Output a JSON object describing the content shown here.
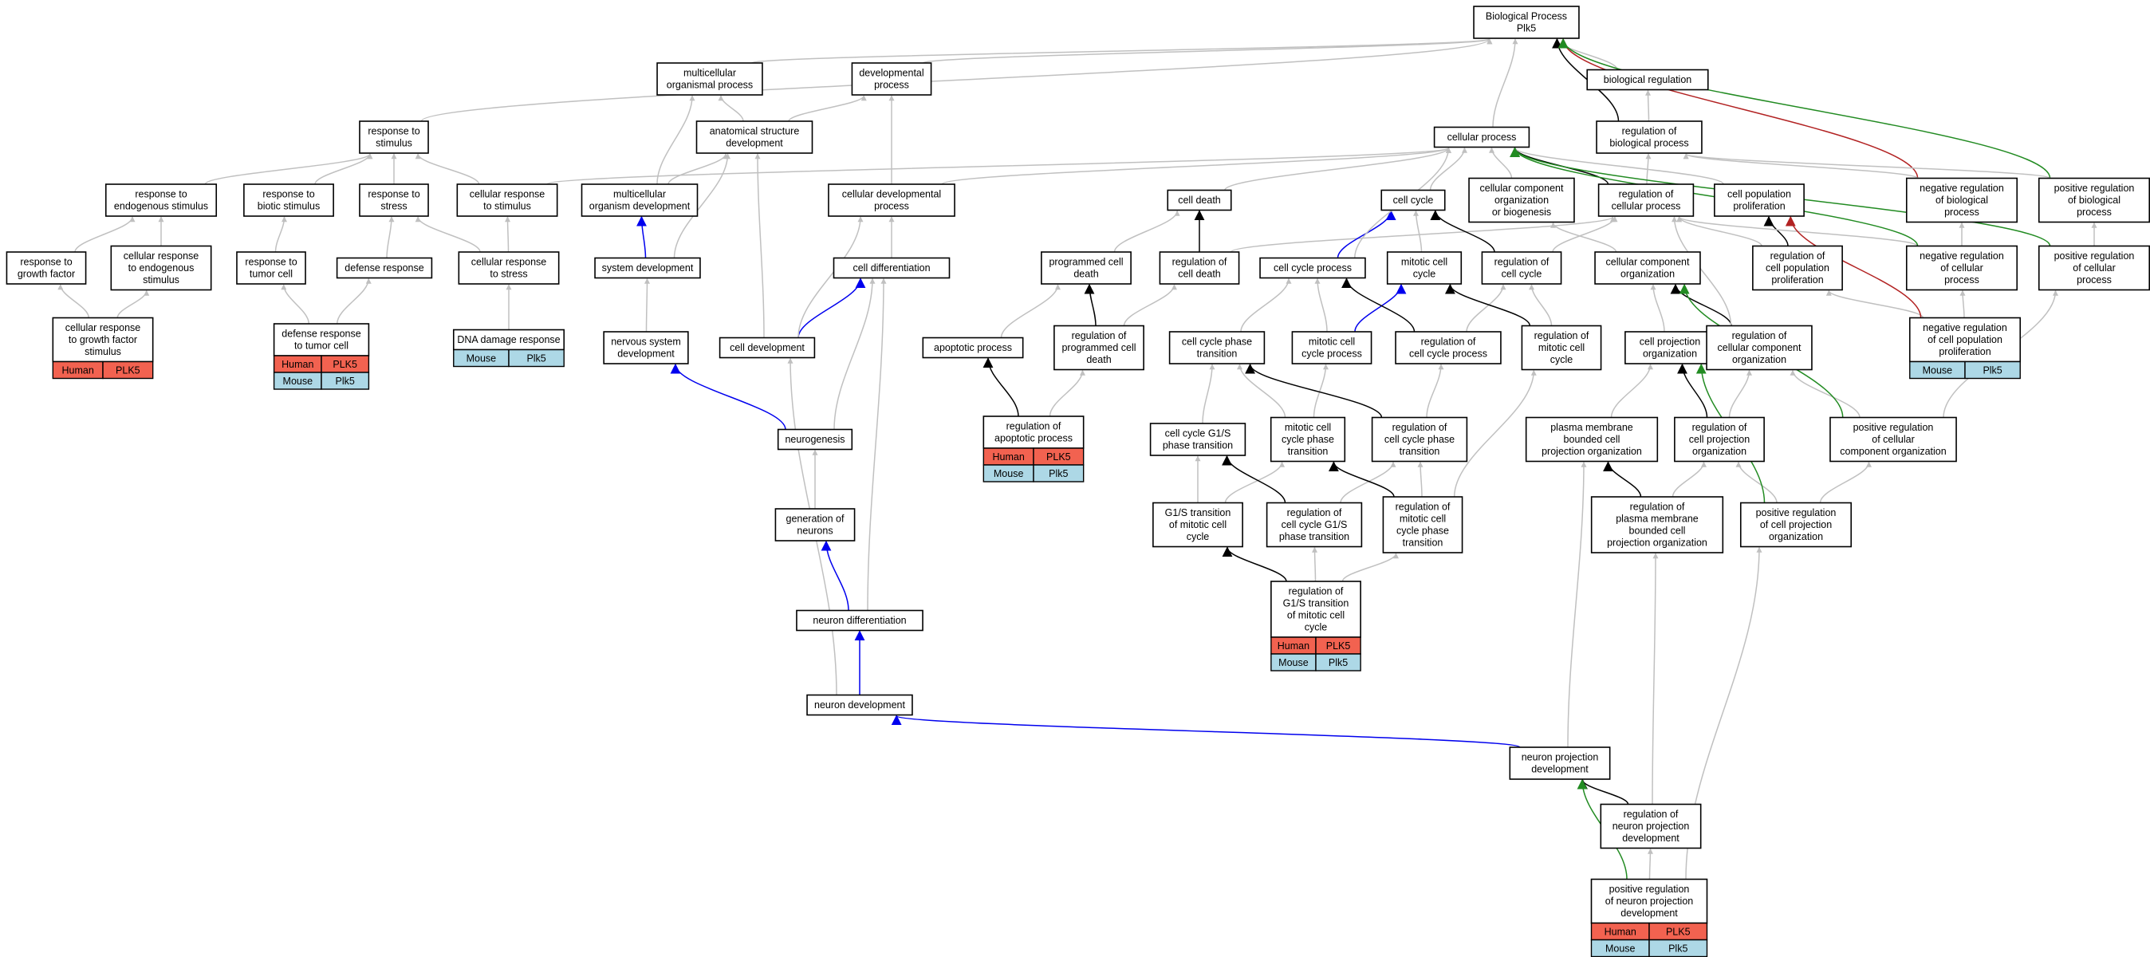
{
  "colors": {
    "grey": "#c0c0c0",
    "black": "#000000",
    "blue": "#0000ee",
    "green": "#228b22",
    "red": "#b22222",
    "human": "#f26250",
    "mouse": "#add8e6"
  },
  "nodes": [
    {
      "id": "bp",
      "lines": [
        "Biological Process",
        "Plk5"
      ]
    },
    {
      "id": "multi",
      "lines": [
        "multicellular",
        "organismal process"
      ]
    },
    {
      "id": "devproc",
      "lines": [
        "developmental",
        "process"
      ]
    },
    {
      "id": "bioreg",
      "lines": [
        "biological regulation"
      ]
    },
    {
      "id": "resp",
      "lines": [
        "response to",
        "stimulus"
      ]
    },
    {
      "id": "anat",
      "lines": [
        "anatomical structure",
        "development"
      ]
    },
    {
      "id": "cellproc",
      "lines": [
        "cellular process"
      ]
    },
    {
      "id": "regbio",
      "lines": [
        "regulation of",
        "biological process"
      ]
    },
    {
      "id": "respendo",
      "lines": [
        "response to",
        "endogenous stimulus"
      ]
    },
    {
      "id": "respbiotic",
      "lines": [
        "response to",
        "biotic stimulus"
      ]
    },
    {
      "id": "respstress",
      "lines": [
        "response to",
        "stress"
      ]
    },
    {
      "id": "cellrespstim",
      "lines": [
        "cellular response",
        "to stimulus"
      ]
    },
    {
      "id": "multidev",
      "lines": [
        "multicellular",
        "organism development"
      ]
    },
    {
      "id": "celldevproc",
      "lines": [
        "cellular developmental",
        "process"
      ]
    },
    {
      "id": "celldeath",
      "lines": [
        "cell death"
      ]
    },
    {
      "id": "cellcycle",
      "lines": [
        "cell cycle"
      ]
    },
    {
      "id": "cco",
      "lines": [
        "cellular component",
        "organization",
        "or biogenesis"
      ]
    },
    {
      "id": "regcell",
      "lines": [
        "regulation of",
        "cellular process"
      ]
    },
    {
      "id": "cellpop",
      "lines": [
        "cell population",
        "proliferation"
      ]
    },
    {
      "id": "negbio",
      "lines": [
        "negative regulation",
        "of biological",
        "process"
      ]
    },
    {
      "id": "posbio",
      "lines": [
        "positive regulation",
        "of biological",
        "process"
      ]
    },
    {
      "id": "respgf",
      "lines": [
        "response to",
        "growth factor"
      ]
    },
    {
      "id": "cellrespendo",
      "lines": [
        "cellular response",
        "to endogenous",
        "stimulus"
      ]
    },
    {
      "id": "resptumor",
      "lines": [
        "response to",
        "tumor cell"
      ]
    },
    {
      "id": "defense",
      "lines": [
        "defense response"
      ]
    },
    {
      "id": "cellrespstress",
      "lines": [
        "cellular response",
        "to stress"
      ]
    },
    {
      "id": "sysdev",
      "lines": [
        "system development"
      ]
    },
    {
      "id": "celldiff",
      "lines": [
        "cell differentiation"
      ]
    },
    {
      "id": "progdeath",
      "lines": [
        "programmed cell",
        "death"
      ]
    },
    {
      "id": "regdeath",
      "lines": [
        "regulation of",
        "cell death"
      ]
    },
    {
      "id": "cellcycproc",
      "lines": [
        "cell cycle process"
      ]
    },
    {
      "id": "mitcycle",
      "lines": [
        "mitotic cell",
        "cycle"
      ]
    },
    {
      "id": "regcycle",
      "lines": [
        "regulation of",
        "cell cycle"
      ]
    },
    {
      "id": "ccorg",
      "lines": [
        "cellular component",
        "organization"
      ]
    },
    {
      "id": "regpop",
      "lines": [
        "regulation of",
        "cell population",
        "proliferation"
      ]
    },
    {
      "id": "negcell",
      "lines": [
        "negative regulation",
        "of cellular",
        "process"
      ]
    },
    {
      "id": "poscell",
      "lines": [
        "positive regulation",
        "of cellular",
        "process"
      ]
    },
    {
      "id": "cellrespgf",
      "lines": [
        "cellular response",
        "to growth factor",
        "stimulus"
      ]
    },
    {
      "id": "deftumor",
      "lines": [
        "defense response",
        "to tumor cell"
      ]
    },
    {
      "id": "dnadamage",
      "lines": [
        "DNA damage response"
      ]
    },
    {
      "id": "nervous",
      "lines": [
        "nervous system",
        "development"
      ]
    },
    {
      "id": "celldev",
      "lines": [
        "cell development"
      ]
    },
    {
      "id": "apoptotic",
      "lines": [
        "apoptotic process"
      ]
    },
    {
      "id": "regprog",
      "lines": [
        "regulation of",
        "programmed cell",
        "death"
      ]
    },
    {
      "id": "phasetrans",
      "lines": [
        "cell cycle phase",
        "transition"
      ]
    },
    {
      "id": "mitproc",
      "lines": [
        "mitotic cell",
        "cycle process"
      ]
    },
    {
      "id": "regcycproc",
      "lines": [
        "regulation of",
        "cell cycle process"
      ]
    },
    {
      "id": "regmit",
      "lines": [
        "regulation of",
        "mitotic cell",
        "cycle"
      ]
    },
    {
      "id": "projorg",
      "lines": [
        "cell projection",
        "organization"
      ]
    },
    {
      "id": "regcco",
      "lines": [
        "regulation of",
        "cellular component",
        "organization"
      ]
    },
    {
      "id": "negpop",
      "lines": [
        "negative regulation",
        "of cell population",
        "proliferation"
      ]
    },
    {
      "id": "neurogen",
      "lines": [
        "neurogenesis"
      ]
    },
    {
      "id": "regapop",
      "lines": [
        "regulation of",
        "apoptotic process"
      ]
    },
    {
      "id": "g1s",
      "lines": [
        "cell cycle G1/S",
        "phase transition"
      ]
    },
    {
      "id": "mitphase",
      "lines": [
        "mitotic cell",
        "cycle phase",
        "transition"
      ]
    },
    {
      "id": "regphase",
      "lines": [
        "regulation of",
        "cell cycle phase",
        "transition"
      ]
    },
    {
      "id": "pmbound",
      "lines": [
        "plasma membrane",
        "bounded cell",
        "projection organization"
      ]
    },
    {
      "id": "regproj",
      "lines": [
        "regulation of",
        "cell projection",
        "organization"
      ]
    },
    {
      "id": "poscco",
      "lines": [
        "positive regulation",
        "of cellular",
        "component organization"
      ]
    },
    {
      "id": "genneur",
      "lines": [
        "generation of",
        "neurons"
      ]
    },
    {
      "id": "g1smit",
      "lines": [
        "G1/S transition",
        "of mitotic cell",
        "cycle"
      ]
    },
    {
      "id": "regg1s",
      "lines": [
        "regulation of",
        "cell cycle G1/S",
        "phase transition"
      ]
    },
    {
      "id": "regmitphase",
      "lines": [
        "regulation of",
        "mitotic cell",
        "cycle phase",
        "transition"
      ]
    },
    {
      "id": "regpm",
      "lines": [
        "regulation of",
        "plasma membrane",
        "bounded cell",
        "projection organization"
      ]
    },
    {
      "id": "posproj",
      "lines": [
        "positive regulation",
        "of cell projection",
        "organization"
      ]
    },
    {
      "id": "neurdiff",
      "lines": [
        "neuron differentiation"
      ]
    },
    {
      "id": "regg1smit",
      "lines": [
        "regulation of",
        "G1/S transition",
        "of mitotic cell",
        "cycle"
      ]
    },
    {
      "id": "neurdev",
      "lines": [
        "neuron development"
      ]
    },
    {
      "id": "neurproj",
      "lines": [
        "neuron projection",
        "development"
      ]
    },
    {
      "id": "regneurproj",
      "lines": [
        "regulation of",
        "neuron projection",
        "development"
      ]
    },
    {
      "id": "posneurproj",
      "lines": [
        "positive regulation",
        "of neuron projection",
        "development"
      ]
    }
  ],
  "annotations": [
    {
      "node": "cellrespgf",
      "rows": [
        {
          "species": "Human",
          "gene": "PLK5"
        }
      ]
    },
    {
      "node": "deftumor",
      "rows": [
        {
          "species": "Human",
          "gene": "PLK5"
        },
        {
          "species": "Mouse",
          "gene": "Plk5"
        }
      ]
    },
    {
      "node": "dnadamage",
      "rows": [
        {
          "species": "Mouse",
          "gene": "Plk5"
        }
      ]
    },
    {
      "node": "negpop",
      "rows": [
        {
          "species": "Mouse",
          "gene": "Plk5"
        }
      ]
    },
    {
      "node": "regapop",
      "rows": [
        {
          "species": "Human",
          "gene": "PLK5"
        },
        {
          "species": "Mouse",
          "gene": "Plk5"
        }
      ]
    },
    {
      "node": "regg1smit",
      "rows": [
        {
          "species": "Human",
          "gene": "PLK5"
        },
        {
          "species": "Mouse",
          "gene": "Plk5"
        }
      ]
    },
    {
      "node": "posneurproj",
      "rows": [
        {
          "species": "Human",
          "gene": "PLK5"
        },
        {
          "species": "Mouse",
          "gene": "Plk5"
        }
      ]
    }
  ],
  "edges": [
    {
      "from": "multi",
      "to": "bp",
      "kind": "grey"
    },
    {
      "from": "devproc",
      "to": "bp",
      "kind": "grey"
    },
    {
      "from": "bioreg",
      "to": "bp",
      "kind": "grey"
    },
    {
      "from": "resp",
      "to": "bp",
      "kind": "grey"
    },
    {
      "from": "cellproc",
      "to": "bp",
      "kind": "grey"
    },
    {
      "from": "regbio",
      "to": "bp",
      "kind": "black"
    },
    {
      "from": "regbio",
      "to": "bioreg",
      "kind": "grey"
    },
    {
      "from": "anat",
      "to": "devproc",
      "kind": "grey"
    },
    {
      "from": "anat",
      "to": "multi",
      "kind": "grey"
    },
    {
      "from": "negbio",
      "to": "bp",
      "kind": "red"
    },
    {
      "from": "negbio",
      "to": "regbio",
      "kind": "grey"
    },
    {
      "from": "posbio",
      "to": "bp",
      "kind": "green"
    },
    {
      "from": "posbio",
      "to": "regbio",
      "kind": "grey"
    },
    {
      "from": "respendo",
      "to": "resp",
      "kind": "grey"
    },
    {
      "from": "respbiotic",
      "to": "resp",
      "kind": "grey"
    },
    {
      "from": "respstress",
      "to": "resp",
      "kind": "grey"
    },
    {
      "from": "cellrespstim",
      "to": "resp",
      "kind": "grey"
    },
    {
      "from": "cellrespstim",
      "to": "cellproc",
      "kind": "grey"
    },
    {
      "from": "multidev",
      "to": "multi",
      "kind": "grey"
    },
    {
      "from": "multidev",
      "to": "anat",
      "kind": "grey"
    },
    {
      "from": "celldevproc",
      "to": "devproc",
      "kind": "grey"
    },
    {
      "from": "celldevproc",
      "to": "cellproc",
      "kind": "grey"
    },
    {
      "from": "celldeath",
      "to": "cellproc",
      "kind": "grey"
    },
    {
      "from": "cellcycle",
      "to": "cellproc",
      "kind": "grey"
    },
    {
      "from": "cco",
      "to": "cellproc",
      "kind": "grey"
    },
    {
      "from": "regcell",
      "to": "cellproc",
      "kind": "black"
    },
    {
      "from": "regcell",
      "to": "regbio",
      "kind": "grey"
    },
    {
      "from": "cellpop",
      "to": "cellproc",
      "kind": "grey"
    },
    {
      "from": "respgf",
      "to": "respendo",
      "kind": "grey"
    },
    {
      "from": "cellrespendo",
      "to": "respendo",
      "kind": "grey"
    },
    {
      "from": "resptumor",
      "to": "respbiotic",
      "kind": "grey"
    },
    {
      "from": "defense",
      "to": "respstress",
      "kind": "grey"
    },
    {
      "from": "cellrespstress",
      "to": "respstress",
      "kind": "grey"
    },
    {
      "from": "cellrespstress",
      "to": "cellrespstim",
      "kind": "grey"
    },
    {
      "from": "sysdev",
      "to": "multidev",
      "kind": "blue"
    },
    {
      "from": "sysdev",
      "to": "anat",
      "kind": "grey"
    },
    {
      "from": "celldiff",
      "to": "celldevproc",
      "kind": "grey"
    },
    {
      "from": "progdeath",
      "to": "celldeath",
      "kind": "grey"
    },
    {
      "from": "regdeath",
      "to": "celldeath",
      "kind": "black"
    },
    {
      "from": "regdeath",
      "to": "regcell",
      "kind": "grey"
    },
    {
      "from": "cellcycproc",
      "to": "cellcycle",
      "kind": "blue"
    },
    {
      "from": "cellcycproc",
      "to": "cellproc",
      "kind": "grey"
    },
    {
      "from": "mitcycle",
      "to": "cellcycle",
      "kind": "grey"
    },
    {
      "from": "regcycle",
      "to": "cellcycle",
      "kind": "black"
    },
    {
      "from": "regcycle",
      "to": "regcell",
      "kind": "grey"
    },
    {
      "from": "ccorg",
      "to": "cco",
      "kind": "grey"
    },
    {
      "from": "regpop",
      "to": "cellpop",
      "kind": "black"
    },
    {
      "from": "regpop",
      "to": "regcell",
      "kind": "grey"
    },
    {
      "from": "negcell",
      "to": "regcell",
      "kind": "grey"
    },
    {
      "from": "negcell",
      "to": "cellproc",
      "kind": "green"
    },
    {
      "from": "negcell",
      "to": "negbio",
      "kind": "grey"
    },
    {
      "from": "poscell",
      "to": "posbio",
      "kind": "grey"
    },
    {
      "from": "poscell",
      "to": "cellproc",
      "kind": "green"
    },
    {
      "from": "cellrespgf",
      "to": "respgf",
      "kind": "grey"
    },
    {
      "from": "cellrespgf",
      "to": "cellrespendo",
      "kind": "grey"
    },
    {
      "from": "deftumor",
      "to": "resptumor",
      "kind": "grey"
    },
    {
      "from": "deftumor",
      "to": "defense",
      "kind": "grey"
    },
    {
      "from": "dnadamage",
      "to": "cellrespstress",
      "kind": "grey"
    },
    {
      "from": "nervous",
      "to": "sysdev",
      "kind": "grey"
    },
    {
      "from": "celldev",
      "to": "celldiff",
      "kind": "blue"
    },
    {
      "from": "celldev",
      "to": "anat",
      "kind": "grey"
    },
    {
      "from": "celldev",
      "to": "celldevproc",
      "kind": "grey"
    },
    {
      "from": "apoptotic",
      "to": "progdeath",
      "kind": "grey"
    },
    {
      "from": "regprog",
      "to": "progdeath",
      "kind": "black"
    },
    {
      "from": "regprog",
      "to": "regdeath",
      "kind": "grey"
    },
    {
      "from": "phasetrans",
      "to": "cellcycproc",
      "kind": "grey"
    },
    {
      "from": "mitproc",
      "to": "cellcycproc",
      "kind": "grey"
    },
    {
      "from": "mitproc",
      "to": "mitcycle",
      "kind": "blue"
    },
    {
      "from": "regcycproc",
      "to": "cellcycproc",
      "kind": "black"
    },
    {
      "from": "regcycproc",
      "to": "regcycle",
      "kind": "grey"
    },
    {
      "from": "regmit",
      "to": "mitcycle",
      "kind": "black"
    },
    {
      "from": "regmit",
      "to": "regcycle",
      "kind": "grey"
    },
    {
      "from": "projorg",
      "to": "ccorg",
      "kind": "grey"
    },
    {
      "from": "regcco",
      "to": "ccorg",
      "kind": "black"
    },
    {
      "from": "regcco",
      "to": "regcell",
      "kind": "grey"
    },
    {
      "from": "negpop",
      "to": "regpop",
      "kind": "grey"
    },
    {
      "from": "negpop",
      "to": "negcell",
      "kind": "grey"
    },
    {
      "from": "negpop",
      "to": "cellpop",
      "kind": "red"
    },
    {
      "from": "neurogen",
      "to": "nervous",
      "kind": "blue"
    },
    {
      "from": "neurogen",
      "to": "celldiff",
      "kind": "grey"
    },
    {
      "from": "regapop",
      "to": "apoptotic",
      "kind": "black"
    },
    {
      "from": "regapop",
      "to": "regprog",
      "kind": "grey"
    },
    {
      "from": "g1s",
      "to": "phasetrans",
      "kind": "grey"
    },
    {
      "from": "mitphase",
      "to": "phasetrans",
      "kind": "grey"
    },
    {
      "from": "mitphase",
      "to": "mitproc",
      "kind": "grey"
    },
    {
      "from": "regphase",
      "to": "phasetrans",
      "kind": "black"
    },
    {
      "from": "regphase",
      "to": "regcycproc",
      "kind": "grey"
    },
    {
      "from": "pmbound",
      "to": "projorg",
      "kind": "grey"
    },
    {
      "from": "regproj",
      "to": "projorg",
      "kind": "black"
    },
    {
      "from": "regproj",
      "to": "regcco",
      "kind": "grey"
    },
    {
      "from": "poscco",
      "to": "regcco",
      "kind": "grey"
    },
    {
      "from": "poscco",
      "to": "ccorg",
      "kind": "green"
    },
    {
      "from": "poscco",
      "to": "poscell",
      "kind": "grey"
    },
    {
      "from": "genneur",
      "to": "neurogen",
      "kind": "grey"
    },
    {
      "from": "g1smit",
      "to": "g1s",
      "kind": "grey"
    },
    {
      "from": "g1smit",
      "to": "mitphase",
      "kind": "grey"
    },
    {
      "from": "regg1s",
      "to": "g1s",
      "kind": "black"
    },
    {
      "from": "regg1s",
      "to": "regphase",
      "kind": "grey"
    },
    {
      "from": "regmitphase",
      "to": "mitphase",
      "kind": "black"
    },
    {
      "from": "regmitphase",
      "to": "regphase",
      "kind": "grey"
    },
    {
      "from": "regmitphase",
      "to": "regmit",
      "kind": "grey"
    },
    {
      "from": "regpm",
      "to": "pmbound",
      "kind": "black"
    },
    {
      "from": "regpm",
      "to": "regproj",
      "kind": "grey"
    },
    {
      "from": "posproj",
      "to": "regproj",
      "kind": "grey"
    },
    {
      "from": "posproj",
      "to": "projorg",
      "kind": "green"
    },
    {
      "from": "posproj",
      "to": "poscco",
      "kind": "grey"
    },
    {
      "from": "neurdiff",
      "to": "genneur",
      "kind": "blue"
    },
    {
      "from": "neurdiff",
      "to": "celldiff",
      "kind": "grey"
    },
    {
      "from": "regg1smit",
      "to": "g1smit",
      "kind": "black"
    },
    {
      "from": "regg1smit",
      "to": "regg1s",
      "kind": "grey"
    },
    {
      "from": "regg1smit",
      "to": "regmitphase",
      "kind": "grey"
    },
    {
      "from": "neurdev",
      "to": "neurdiff",
      "kind": "blue"
    },
    {
      "from": "neurdev",
      "to": "celldev",
      "kind": "grey"
    },
    {
      "from": "neurproj",
      "to": "neurdev",
      "kind": "blue"
    },
    {
      "from": "neurproj",
      "to": "pmbound",
      "kind": "grey"
    },
    {
      "from": "regneurproj",
      "to": "neurproj",
      "kind": "black"
    },
    {
      "from": "regneurproj",
      "to": "regpm",
      "kind": "grey"
    },
    {
      "from": "posneurproj",
      "to": "neurproj",
      "kind": "green"
    },
    {
      "from": "posneurproj",
      "to": "regneurproj",
      "kind": "grey"
    },
    {
      "from": "posneurproj",
      "to": "posproj",
      "kind": "grey"
    }
  ]
}
